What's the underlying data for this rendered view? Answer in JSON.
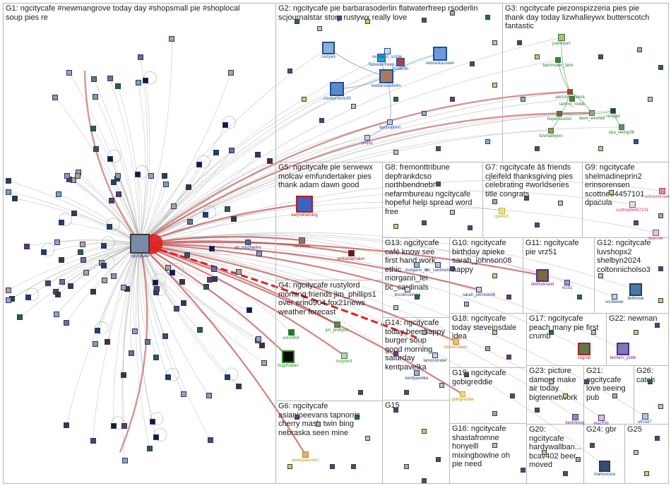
{
  "groups": [
    {
      "id": "G1",
      "label": "G1: ngcitycafe #newmangrove today day #shopsmall pie #shoplocal\nsoup pies re"
    },
    {
      "id": "G2",
      "label": "G2: ngcitycafe pie barbarasoderlin flatwaterfreep rsoderlin\nscjournalstar story rustywx really love"
    },
    {
      "id": "G3",
      "label": "G3: ngcitycafe piezonspizzeria pies pie\nthank day today lizwhalleywx butterscotch\nfantastic"
    },
    {
      "id": "G4",
      "label": "G4: ngcitycafe rustylord\nmorning friends jim_phillips1\nover erin0904 fox21news\nweather forecast"
    },
    {
      "id": "G5",
      "label": "G5: ngcitycafe pie serwewx\nmolcav emfundertaker pies\nthank adam dawn good"
    },
    {
      "id": "G6",
      "label": "G6: ngcitycafe\nasianjoeevans tapnorris\ncherry mash twin bing\nnebraska seen mine"
    },
    {
      "id": "G7",
      "label": "G7: ngcitycafe âš friends\ncjleifeld thanksgiving pies\ncelebrating #worldseries\ntitle congrats"
    },
    {
      "id": "G8",
      "label": "G8: fremonttribune\ndepfrankdcso\nnorthbendnebr\nnefarmbureau ngcitycafe\nhopeful help spread word\nfree"
    },
    {
      "id": "G9",
      "label": "G9: ngcitycafe\nshelmadineprin2\nerinsorensen\nscottne64457101\ndpacula"
    },
    {
      "id": "G10",
      "label": "G10: ngcitycafe\nbirthday apieke\nsarah_johnson08\nhappy"
    },
    {
      "id": "G11",
      "label": "G11: ngcitycafe\npie vrz51"
    },
    {
      "id": "G12",
      "label": "G12: ngcitycafe\nluvshopx2\nshelbyn2024\ncoltonnicholso3"
    },
    {
      "id": "G13",
      "label": "G13: ngcitycafe\ncafé know see\nfirst hand work\nethic\nmorgann_lei\nbc_cardinals"
    },
    {
      "id": "G14",
      "label": "G14: ngcitycafe\ntoday beer happy\nburger soup\ngood morning\nsaturday\nkentpavelka"
    },
    {
      "id": "G15",
      "label": "G15"
    },
    {
      "id": "G16",
      "label": "G16: ngcitycafe\nshastafromne\nhonyelll\nmixingbowlne oh\npie need"
    },
    {
      "id": "G17",
      "label": "G17: ngcitycafe\npeach many pie first\ncrumb"
    },
    {
      "id": "G18",
      "label": "G18: ngcitycafe\ntoday steveinsdale\nidea"
    },
    {
      "id": "G19",
      "label": "G19: ngcitycafe\ngobigreddie"
    },
    {
      "id": "G20",
      "label": "G20:\nngcitycafe\nhardywallban...\nbcav402 beer\nmoved"
    },
    {
      "id": "G21",
      "label": "G21:\nngcitycafe\nlove seeing\npub"
    },
    {
      "id": "G22",
      "label": "G22: newman"
    },
    {
      "id": "G23",
      "label": "G23: picture\ndamont make\nair today\nbigtennetwork"
    },
    {
      "id": "G24",
      "label": "G24: gbr"
    },
    {
      "id": "G25",
      "label": "G25"
    },
    {
      "id": "G26",
      "label": "G26:\ncatch"
    }
  ],
  "nodes": [
    {
      "label": "ngcitycafe",
      "color": "#3b3b3b",
      "fill": "#7a8aa8",
      "labelColor": "#1f3a70"
    },
    {
      "label": "rustywx",
      "color": "#1f4e9c",
      "fill": "#8ab0d8",
      "labelColor": "#1f4e9c"
    },
    {
      "label": "flatwaterfreep",
      "color": "#1f4e9c",
      "fill": "#2a9ad0",
      "labelColor": "#1f4e9c"
    },
    {
      "label": "rsoderlin",
      "color": "#1f4e9c",
      "fill": "#b04040",
      "labelColor": "#1f4e9c"
    },
    {
      "label": "redcloud_scribe",
      "color": "#1f4e9c",
      "fill": "#d8d8d8",
      "labelColor": "#1f4e9c"
    },
    {
      "label": "nebraskasower",
      "color": "#1f4e9c",
      "fill": "#6a9ad8",
      "labelColor": "#1f4e9c"
    },
    {
      "label": "barbarasoderlin",
      "color": "#1f4e9c",
      "fill": "#a87a5a",
      "labelColor": "#1f4e9c"
    },
    {
      "label": "crankymomof3",
      "color": "#1f4e9c",
      "fill": "#5a8ac8",
      "labelColor": "#1f4e9c"
    },
    {
      "label": "danhoppen",
      "color": "#1f4e9c",
      "fill": "#c8c8c8",
      "labelColor": "#1f4e9c"
    },
    {
      "label": "jenjoy",
      "color": "#1f4e9c",
      "fill": "#d0d0d0",
      "labelColor": "#1f4e9c"
    },
    {
      "label": "joytimpan",
      "color": "#2a7a3a",
      "fill": "#c8b070",
      "labelColor": "#2a7a3a"
    },
    {
      "label": "bachmann_farm",
      "color": "#2a7a3a",
      "fill": "#4a7a3a",
      "labelColor": "#2a7a3a"
    },
    {
      "label": "piezonspizzeria",
      "color": "#2a7a3a",
      "fill": "#c83030",
      "labelColor": "#2a7a3a"
    },
    {
      "label": "tammy_noble",
      "color": "#2a7a3a",
      "fill": "#7a6a4a",
      "labelColor": "#2a7a3a"
    },
    {
      "label": "hopehouston",
      "color": "#2a7a3a",
      "fill": "#8a5a3a",
      "labelColor": "#2a7a3a"
    },
    {
      "label": "dave_westfall",
      "color": "#2a7a3a",
      "fill": "#a0a0a0",
      "labelColor": "#2a7a3a"
    },
    {
      "label": "radygqi",
      "color": "#2a7a3a",
      "fill": "#3a3a3a",
      "labelColor": "#2a7a3a"
    },
    {
      "label": "opa_vikingsfb",
      "color": "#2a7a3a",
      "fill": "#6a8a6a",
      "labelColor": "#2a7a3a"
    },
    {
      "label": "lizwhalleywx",
      "color": "#2a7a3a",
      "fill": "#b08a6a",
      "labelColor": "#2a7a3a"
    },
    {
      "label": "karyndoehling",
      "color": "#b02020",
      "fill": "#4060c0",
      "labelColor": "#b02020"
    },
    {
      "label": "serwewx",
      "color": "#b02020",
      "fill": "#7a7a7a",
      "labelColor": "#b02020"
    },
    {
      "label": "emfundertaker",
      "color": "#b02020",
      "fill": "#303030",
      "labelColor": "#b02020"
    },
    {
      "label": "yo_muchacho",
      "color": "#1f3a70",
      "fill": "#5a6a8a",
      "labelColor": "#1f3a70"
    },
    {
      "label": "jim_phillips1",
      "color": "#2a8a2a",
      "fill": "#6a7a5a",
      "labelColor": "#2a8a2a"
    },
    {
      "label": "erin0904",
      "color": "#2a8a2a",
      "fill": "#3a6a3a",
      "labelColor": "#2a8a2a"
    },
    {
      "label": "bugshaban",
      "color": "#2a8a2a",
      "fill": "#0a0a0a",
      "labelColor": "#2a8a2a"
    },
    {
      "label": "rustylord",
      "color": "#2a8a2a",
      "fill": "#c8c8c8",
      "labelColor": "#2a8a2a"
    },
    {
      "label": "asianjoeevans",
      "color": "#c88a20",
      "fill": "#d8b070",
      "labelColor": "#c88a20"
    },
    {
      "label": "cjleifeld",
      "color": "#c8b820",
      "fill": "#e8e090",
      "labelColor": "#b8a810"
    },
    {
      "label": "morgann_lei",
      "color": "#1f3a70",
      "fill": "#aab0c0",
      "labelColor": "#1f3a70"
    },
    {
      "label": "bc_cardinals",
      "color": "#1f3a70",
      "fill": "#c0c0c0",
      "labelColor": "#1f3a70"
    },
    {
      "label": "lincolnrunning",
      "color": "#1f3a70",
      "fill": "#d8d8d8",
      "labelColor": "#1f3a70"
    },
    {
      "label": "sarah_johnson08",
      "color": "#1f3a70",
      "fill": "#d0d0d0",
      "labelColor": "#1f3a70"
    },
    {
      "label": "scottne64457101",
      "color": "#c03080",
      "fill": "#e0e0e0",
      "labelColor": "#c03080"
    },
    {
      "label": "erinsorensen",
      "color": "#c03080",
      "fill": "#c89a8a",
      "labelColor": "#c03080"
    },
    {
      "label": "dpacula",
      "color": "#c03080",
      "fill": "#d0d0d0",
      "labelColor": "#c03080"
    },
    {
      "label": "ellefirebrand",
      "color": "#5a2a8a",
      "fill": "#7a6a3a",
      "labelColor": "#5a2a8a"
    },
    {
      "label": "vrz51",
      "color": "#5a2a8a",
      "fill": "#9a9ab0",
      "labelColor": "#5a2a8a"
    },
    {
      "label": "bidmove",
      "color": "#1f3a70",
      "fill": "#4a7aa0",
      "labelColor": "#1f3a70"
    },
    {
      "label": "scottewer",
      "color": "#1f3a70",
      "fill": "#d0d0d0",
      "labelColor": "#1f3a70"
    },
    {
      "label": "steveinsdale",
      "color": "#c88a20",
      "fill": "#e0c090",
      "labelColor": "#c88a20"
    },
    {
      "label": "kentpavelka",
      "color": "#1f3a70",
      "fill": "#b0b0b0",
      "labelColor": "#1f3a70"
    },
    {
      "label": "gobigreddie",
      "color": "#c8a820",
      "fill": "#e8d890",
      "labelColor": "#b09010"
    },
    {
      "label": "vogrob",
      "color": "#b02020",
      "fill": "#5a7a4a",
      "labelColor": "#b02020"
    },
    {
      "label": "farmers_pride",
      "color": "#5a2a8a",
      "fill": "#7a7ab0",
      "labelColor": "#5a2a8a"
    },
    {
      "label": "kevinkoug",
      "color": "#5a2a8a",
      "fill": "#8a8ab8",
      "labelColor": "#5a2a8a"
    },
    {
      "label": "mac53b",
      "color": "#5a2a8a",
      "fill": "#c8c8c8",
      "labelColor": "#5a2a8a"
    },
    {
      "label": "efino87",
      "color": "#1f4e9c",
      "fill": "#c0c0c0",
      "labelColor": "#1f4e9c"
    },
    {
      "label": "marksvoice",
      "color": "#1f3a70",
      "fill": "#3a4a6a",
      "labelColor": "#1f3a70"
    },
    {
      "label": "lamonstrater",
      "color": "#1f3a70",
      "fill": "#d0d0d0",
      "labelColor": "#1f3a70"
    }
  ]
}
